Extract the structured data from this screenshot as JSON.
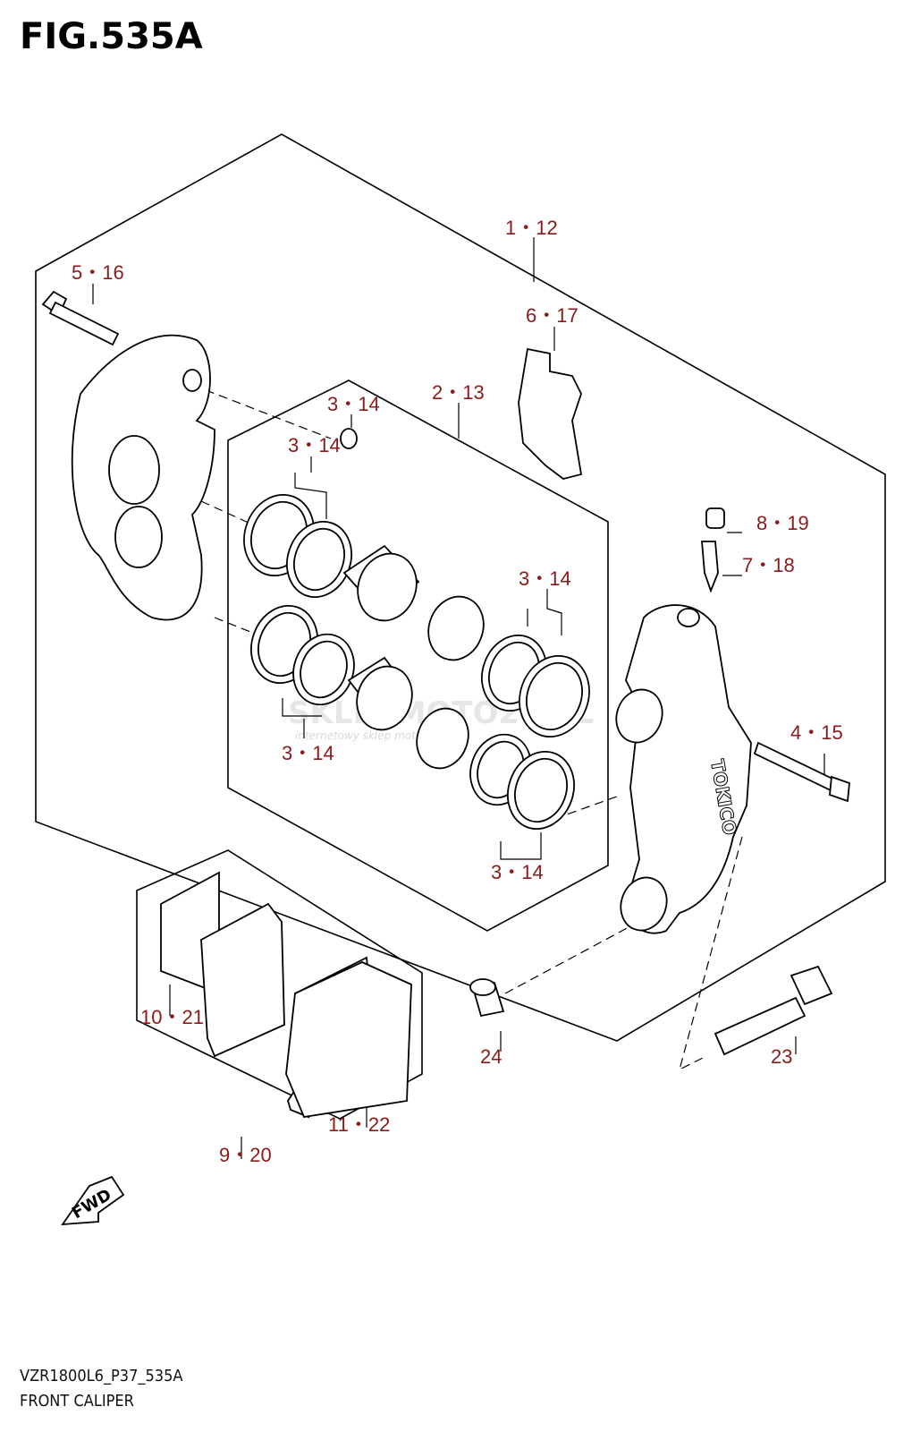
{
  "figure": {
    "title": "FIG.535A",
    "code": "VZR1800L6_P37_535A",
    "name": "FRONT CALIPER"
  },
  "callouts": {
    "c1_12": "1・12",
    "c5_16": "5・16",
    "c6_17": "6・17",
    "c2_13": "2・13",
    "c3_14_a": "3・14",
    "c3_14_b": "3・14",
    "c3_14_c": "3・14",
    "c3_14_d": "3・14",
    "c3_14_e": "3・14",
    "c8_19": "8・19",
    "c7_18": "7・18",
    "c4_15": "4・15",
    "c10_21": "10・21",
    "c11_22": "11・22",
    "c9_20": "9・20",
    "c24": "24",
    "c23": "23"
  },
  "watermark": {
    "brand": "SKLEPMOTO24.PL",
    "tagline": "internetowy sklep motocyklowy"
  },
  "arrow": {
    "label": "FWD"
  },
  "caliper_stamp": "TOKICO",
  "colors": {
    "callout": "#8b1a1a",
    "line": "#000000"
  }
}
